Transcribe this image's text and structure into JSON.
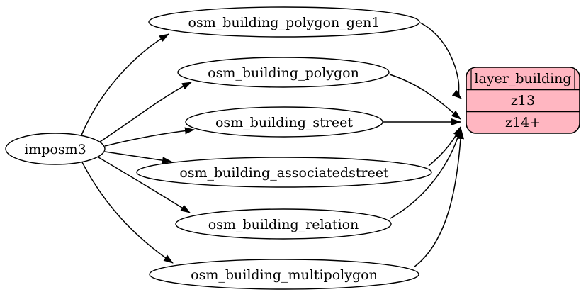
{
  "diagram": {
    "background_color": "#ffffff",
    "source_node": {
      "label": "imposm3"
    },
    "tables": [
      {
        "label": "osm_building_polygon_gen1"
      },
      {
        "label": "osm_building_polygon"
      },
      {
        "label": "osm_building_street"
      },
      {
        "label": "osm_building_associatedstreet"
      },
      {
        "label": "osm_building_relation"
      },
      {
        "label": "osm_building_multipolygon"
      }
    ],
    "layer_node": {
      "title": "layer_building",
      "zoom_rows": [
        {
          "label": "z13"
        },
        {
          "label": "z14+"
        }
      ],
      "fill_color": "#ffb6c1",
      "border_color": "#000000"
    },
    "edges": [
      {
        "from": "imposm3",
        "to": "osm_building_polygon_gen1"
      },
      {
        "from": "imposm3",
        "to": "osm_building_polygon"
      },
      {
        "from": "imposm3",
        "to": "osm_building_street"
      },
      {
        "from": "imposm3",
        "to": "osm_building_associatedstreet"
      },
      {
        "from": "imposm3",
        "to": "osm_building_relation"
      },
      {
        "from": "imposm3",
        "to": "osm_building_multipolygon"
      },
      {
        "from": "osm_building_polygon_gen1",
        "to": "layer_building:z13"
      },
      {
        "from": "osm_building_polygon",
        "to": "layer_building:z14+"
      },
      {
        "from": "osm_building_street",
        "to": "layer_building:z14+"
      },
      {
        "from": "osm_building_associatedstreet",
        "to": "layer_building:z14+"
      },
      {
        "from": "osm_building_relation",
        "to": "layer_building:z14+"
      },
      {
        "from": "osm_building_multipolygon",
        "to": "layer_building:z14+"
      }
    ]
  }
}
